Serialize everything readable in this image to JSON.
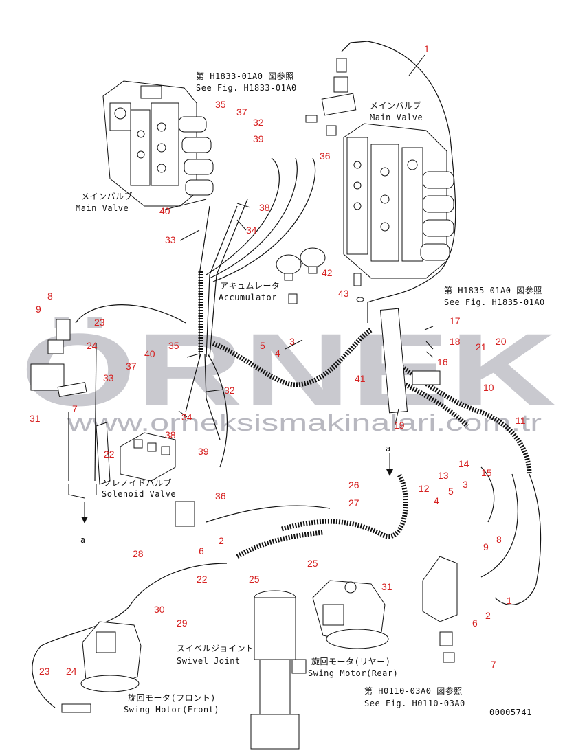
{
  "watermark": {
    "brand": "ÖRNEK",
    "url": "www.orneksismakinalari.com.tr"
  },
  "refs": {
    "top_jp": "第 H1833-01A0 図参照",
    "top_en": "See Fig. H1833-01A0",
    "right_jp": "第 H1835-01A0 図参照",
    "right_en": "See Fig. H1835-01A0",
    "bottom_jp": "第 H0110-03A0 図参照",
    "bottom_en": "See Fig. H0110-03A0"
  },
  "components": {
    "main_valve_right_jp": "メインバルブ",
    "main_valve_right_en": "Main Valve",
    "main_valve_left_jp": "メインバルブ",
    "main_valve_left_en": "Main Valve",
    "accumulator_jp": "アキュムレータ",
    "accumulator_en": "Accumulator",
    "solenoid_jp": "ソレノイドバルブ",
    "solenoid_en": "Solenoid Valve",
    "swivel_jp": "スイベルジョイント",
    "swivel_en": "Swivel Joint",
    "swing_rear_jp": "旋回モータ(リヤー)",
    "swing_rear_en": "Swing Motor(Rear)",
    "swing_front_jp": "旋回モータ(フロント)",
    "swing_front_en": "Swing Motor(Front)"
  },
  "markers": {
    "a_left": "a",
    "a_right": "a"
  },
  "drawing_number": "00005741",
  "callouts": [
    {
      "id": "c1",
      "text": "1"
    },
    {
      "id": "c2",
      "text": "32"
    },
    {
      "id": "c3",
      "text": "35"
    },
    {
      "id": "c4",
      "text": "37"
    },
    {
      "id": "c5",
      "text": "39"
    },
    {
      "id": "c6",
      "text": "36"
    },
    {
      "id": "c7",
      "text": "40"
    },
    {
      "id": "c8",
      "text": "38"
    },
    {
      "id": "c9",
      "text": "34"
    },
    {
      "id": "c10",
      "text": "33"
    },
    {
      "id": "c11",
      "text": "42"
    },
    {
      "id": "c12",
      "text": "43"
    },
    {
      "id": "c13",
      "text": "8"
    },
    {
      "id": "c14",
      "text": "9"
    },
    {
      "id": "c15",
      "text": "23"
    },
    {
      "id": "c16",
      "text": "24"
    },
    {
      "id": "c17",
      "text": "35"
    },
    {
      "id": "c18",
      "text": "33"
    },
    {
      "id": "c19",
      "text": "40"
    },
    {
      "id": "c20",
      "text": "37"
    },
    {
      "id": "c21",
      "text": "32"
    },
    {
      "id": "c22",
      "text": "7"
    },
    {
      "id": "c23",
      "text": "34"
    },
    {
      "id": "c24",
      "text": "38"
    },
    {
      "id": "c25",
      "text": "31"
    },
    {
      "id": "c26",
      "text": "22"
    },
    {
      "id": "c27",
      "text": "39"
    },
    {
      "id": "c28",
      "text": "36"
    },
    {
      "id": "c29",
      "text": "5"
    },
    {
      "id": "c30",
      "text": "4"
    },
    {
      "id": "c31",
      "text": "3"
    },
    {
      "id": "c32",
      "text": "41"
    },
    {
      "id": "c33",
      "text": "17"
    },
    {
      "id": "c34",
      "text": "18"
    },
    {
      "id": "c35",
      "text": "16"
    },
    {
      "id": "c36",
      "text": "21"
    },
    {
      "id": "c37",
      "text": "20"
    },
    {
      "id": "c38",
      "text": "10"
    },
    {
      "id": "c39",
      "text": "11"
    },
    {
      "id": "c40",
      "text": "19"
    },
    {
      "id": "c41",
      "text": "12"
    },
    {
      "id": "c42",
      "text": "13"
    },
    {
      "id": "c43",
      "text": "14"
    },
    {
      "id": "c44",
      "text": "15"
    },
    {
      "id": "c45",
      "text": "5"
    },
    {
      "id": "c46",
      "text": "3"
    },
    {
      "id": "c47",
      "text": "4"
    },
    {
      "id": "c48",
      "text": "9"
    },
    {
      "id": "c49",
      "text": "8"
    },
    {
      "id": "c50",
      "text": "1"
    },
    {
      "id": "c51",
      "text": "6"
    },
    {
      "id": "c52",
      "text": "2"
    },
    {
      "id": "c53",
      "text": "7"
    },
    {
      "id": "c54",
      "text": "26"
    },
    {
      "id": "c55",
      "text": "27"
    },
    {
      "id": "c56",
      "text": "25"
    },
    {
      "id": "c57",
      "text": "31"
    },
    {
      "id": "c58",
      "text": "6"
    },
    {
      "id": "c59",
      "text": "2"
    },
    {
      "id": "c60",
      "text": "28"
    },
    {
      "id": "c61",
      "text": "22"
    },
    {
      "id": "c62",
      "text": "25"
    },
    {
      "id": "c63",
      "text": "30"
    },
    {
      "id": "c64",
      "text": "29"
    },
    {
      "id": "c65",
      "text": "23"
    },
    {
      "id": "c66",
      "text": "24"
    }
  ]
}
